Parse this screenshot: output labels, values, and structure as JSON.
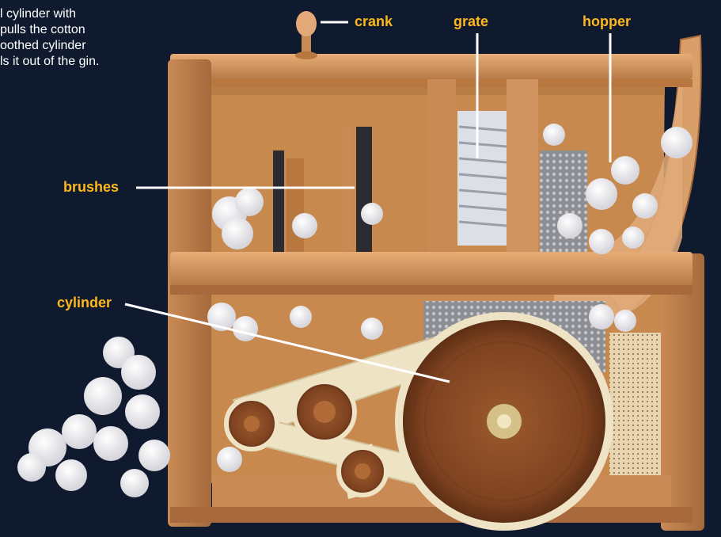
{
  "intro_text": "l cylinder with\npulls the cotton\noothed cylinder\nls it out of the gin.",
  "labels": {
    "crank": "crank",
    "grate": "grate",
    "hopper": "hopper",
    "brushes": "brushes",
    "cylinder": "cylinder"
  },
  "colors": {
    "background": "#0f1a2e",
    "label": "#ffb81c",
    "wood": "#d79a62",
    "wood_dark": "#a86a3c",
    "wheel": "#8a4a22",
    "belt": "#efe3c5",
    "cotton": "#ffffff"
  }
}
